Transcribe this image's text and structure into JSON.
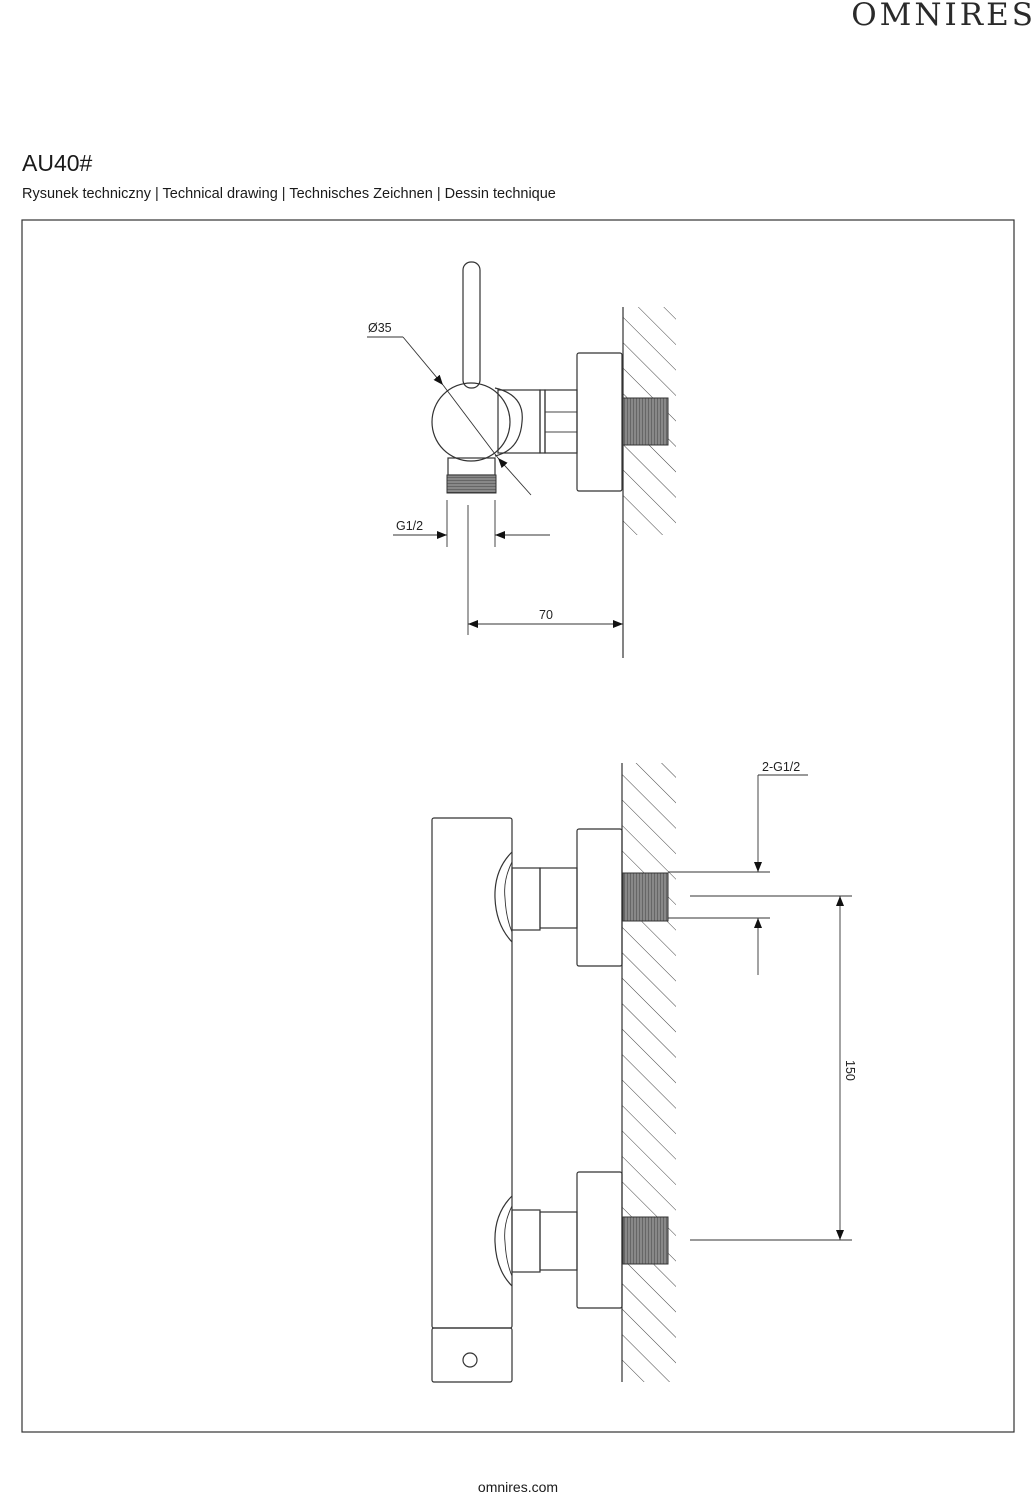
{
  "header": {
    "brand": "OMNIRES",
    "model": "AU40#",
    "subtitle": "Rysunek techniczny | Technical drawing | Technisches Zeichnen | Dessin technique"
  },
  "drawing": {
    "side_view": {
      "diameter_label": "Ø35",
      "outlet_thread_label": "G1/2",
      "depth_label": "70"
    },
    "front_view": {
      "inlet_thread_label": "2-G1/2",
      "spacing_label": "150"
    }
  },
  "footer": {
    "website": "omnires.com"
  }
}
